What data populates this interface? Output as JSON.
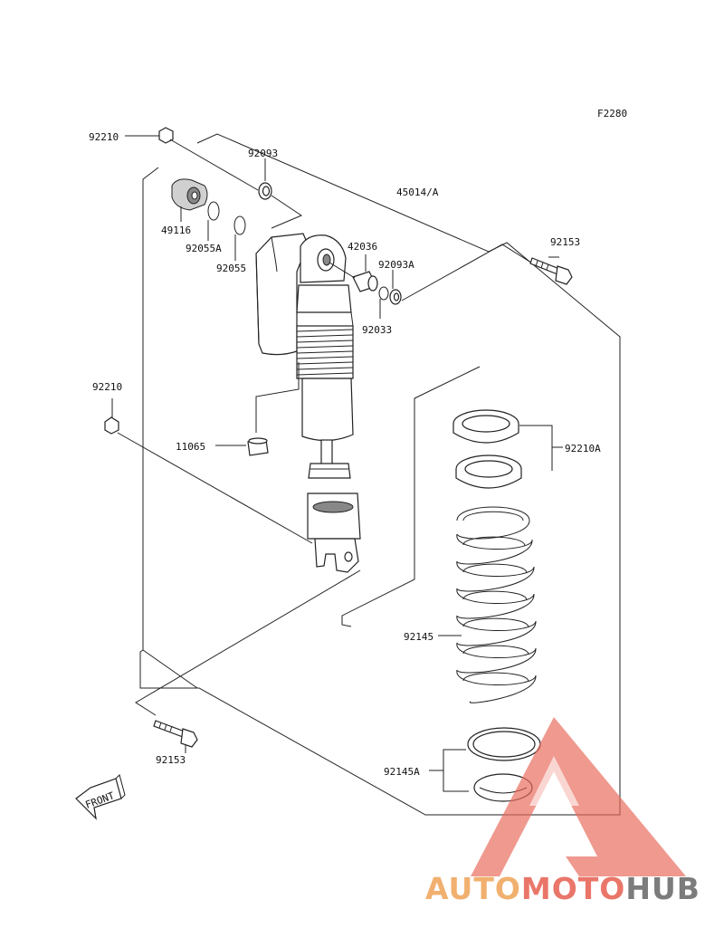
{
  "figure_code": "F2280",
  "labels": {
    "p92210_top": "92210",
    "p92093": "92093",
    "p45014": "45014/A",
    "p49116": "49116",
    "p92055A": "92055A",
    "p92055": "92055",
    "p42036": "42036",
    "p92093A": "92093A",
    "p92033": "92033",
    "p92153_top": "92153",
    "p92210_left": "92210",
    "p11065": "11065",
    "p92210A": "92210A",
    "p92145": "92145",
    "p92145A": "92145A",
    "p92153_bottom": "92153"
  },
  "front_arrow": "FRONT",
  "watermark": {
    "part1": "AUTO",
    "part2": "MOTO",
    "part3": "HUB"
  },
  "colors": {
    "line": "#222222",
    "watermark_orange": "#f0a860",
    "watermark_red": "#e8685a",
    "watermark_grey": "#6e6e6e"
  }
}
